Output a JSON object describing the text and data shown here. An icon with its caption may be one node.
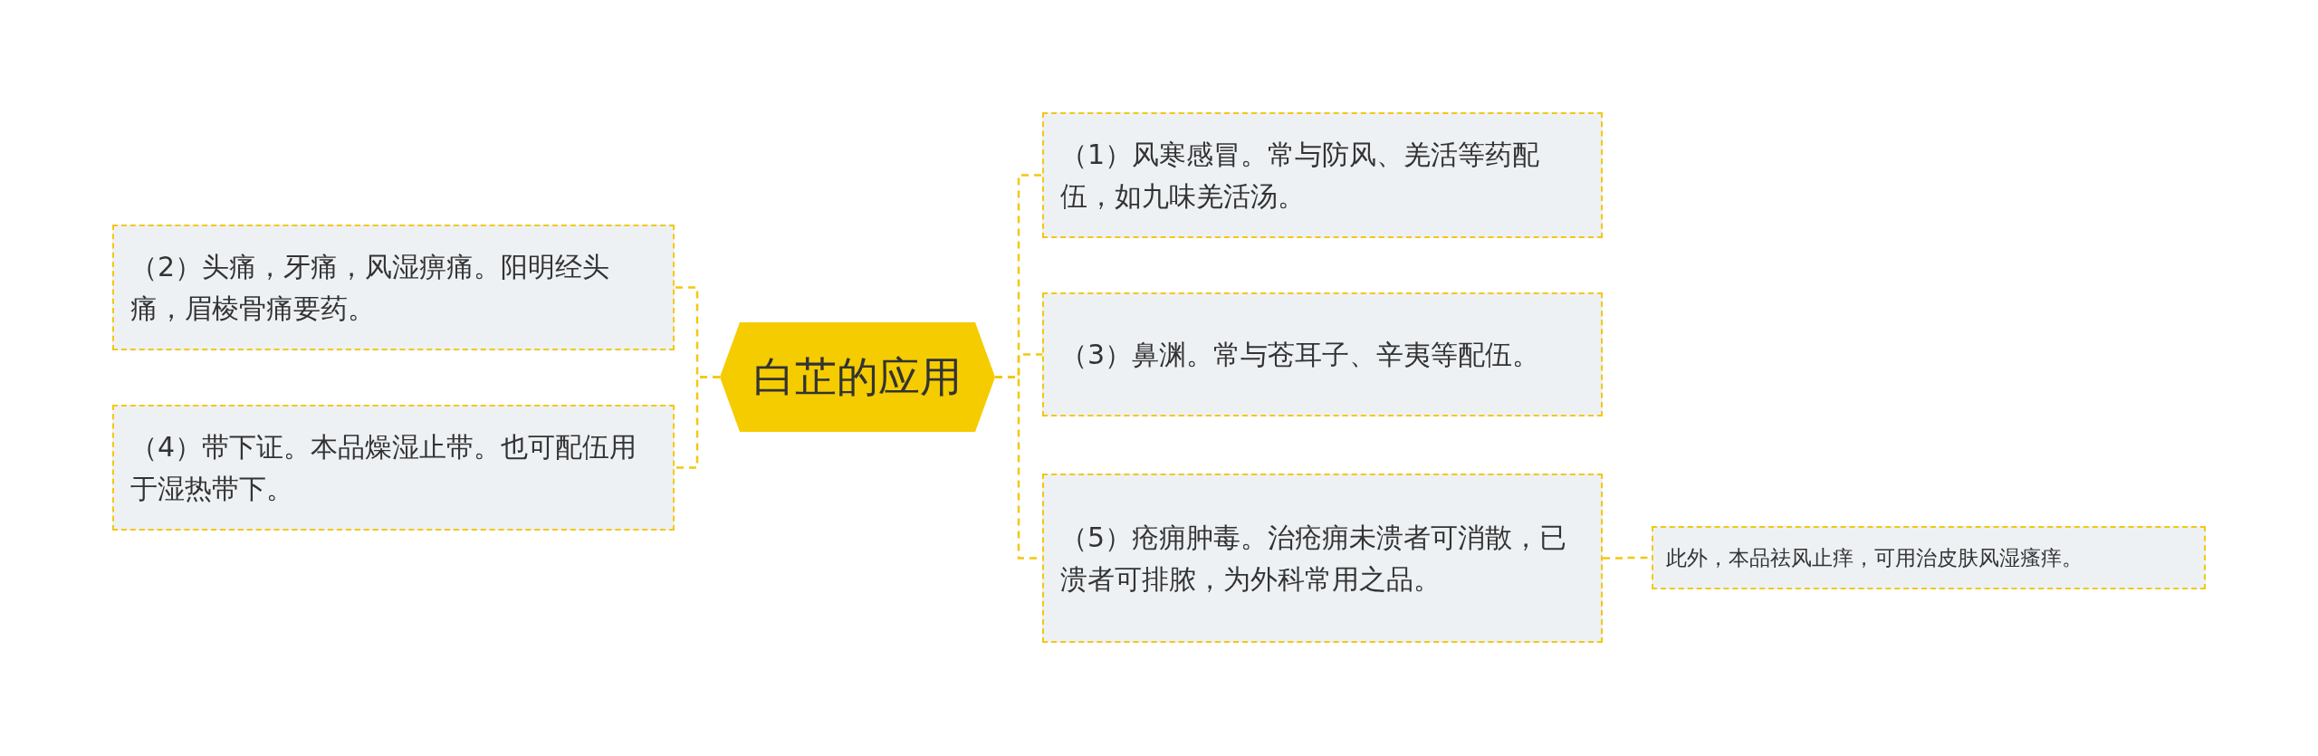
{
  "diagram": {
    "nodes": [
      {
        "text": [
          "白芷的应用"
        ]
      },
      {
        "text": [
          "（1）风寒感冒。常与防风、羌活等药配伍，如九味羌活汤。"
        ]
      },
      {
        "text": [
          "（2）头痛，牙痛，风湿痹痛。阳明经头痛，眉棱骨痛要药。"
        ]
      },
      {
        "text": [
          "（3）鼻渊。常与苍耳子、辛夷等配伍。"
        ]
      },
      {
        "text": [
          "（4）带下证。本品燥湿止带。也可配伍用于湿热带下。"
        ]
      },
      {
        "text": [
          "（5）疮痈肿毒。治疮痈未溃者可消散，已溃者可排脓，为外科常用之品。"
        ]
      },
      {
        "text": [
          "此外，本品祛风止痒，可用治皮肤风湿瘙痒。"
        ]
      }
    ],
    "edges": [
      {
        "from": 0,
        "to": 1,
        "arrow": "none",
        "style": "dashed"
      },
      {
        "from": 0,
        "to": 2,
        "arrow": "none",
        "style": "dashed"
      },
      {
        "from": 0,
        "to": 3,
        "arrow": "none",
        "style": "dashed"
      },
      {
        "from": 0,
        "to": 4,
        "arrow": "none",
        "style": "dashed"
      },
      {
        "from": 0,
        "to": 5,
        "arrow": "none",
        "style": "dashed"
      },
      {
        "from": 5,
        "to": 6,
        "arrow": "none",
        "style": "dashed"
      }
    ]
  }
}
